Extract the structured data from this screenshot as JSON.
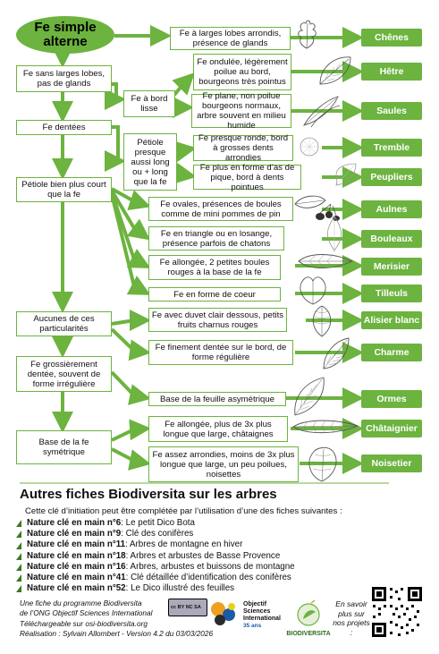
{
  "title": "Fe simple alterne",
  "questions": {
    "q1": "Fe à larges lobes arrondis, présence de glands",
    "q2": "Fe sans larges lobes, pas de glands",
    "q3": "Fe à bord lisse",
    "q4": "Fe ondulée, légèrement poilue au bord, bourgeons très pointus",
    "q5": "Fe plane, non poilue bourgeons normaux, arbre souvent en milieu humide",
    "q6": "Fe dentées",
    "q7": "Pétiole presque aussi long ou + long que la fe",
    "q8": "Fe presque ronde, bord à grosses dents arrondies",
    "q9": "Fe plus en forme d’as de pique, bord à dents pointues",
    "q10": "Pétiole bien plus court que la fe",
    "q11": "Fe ovales, présences de boules comme de mini pommes de pin",
    "q12": "Fe en triangle ou en losange, présence parfois de chatons",
    "q13": "Fe allongée, 2 petites boules rouges à la base de la fe",
    "q14": "Fe en forme de coeur",
    "q15": "Fe avec duvet clair dessous, petits fruits charnus rouges",
    "q16": "Aucunes de ces particularités",
    "q17": "Fe finement dentée sur le bord, de forme régulière",
    "q18": "Fe grossièrement dentée, souvent de forme irrégulière",
    "q19": "Base de la feuille asymétrique",
    "q20": "Base de la fe symétrique",
    "q21": "Fe allongée, plus de 3x plus longue que large, châtaignes",
    "q22": "Fe assez arrondies, moins de 3x plus longue que large, un peu poilues, noisettes"
  },
  "trees": [
    "Chênes",
    "Hêtre",
    "Saules",
    "Tremble",
    "Peupliers",
    "Aulnes",
    "Bouleaux",
    "Merisier",
    "Tilleuls",
    "Alisier blanc",
    "Charme",
    "Ormes",
    "Châtaignier",
    "Noisetier"
  ],
  "section": {
    "title": "Autres fiches Biodiversita sur les arbres",
    "intro": "Cette clé d’initiation peut être complétée par l’utilisation d’une des fiches suivantes :",
    "refs": [
      {
        "key": "Nature clé en main n°6",
        "desc": " : Le petit Dico Bota"
      },
      {
        "key": "Nature clé en main n°9",
        "desc": " : Clé des conifères"
      },
      {
        "key": "Nature clé en main n°11",
        "desc": " : Arbres de montagne en hiver"
      },
      {
        "key": "Nature clé en main n°18",
        "desc": " : Arbres et arbustes de Basse Provence"
      },
      {
        "key": "Nature clé en main n°16",
        "desc": " : Arbres, arbustes et buissons de montagne"
      },
      {
        "key": "Nature clé en main n°41",
        "desc": " : Clé détaillée d’identification des conifères"
      },
      {
        "key": "Nature clé en main n°52",
        "desc": " : Le Dico illustré des feuilles"
      }
    ]
  },
  "footer": {
    "line1": "Une fiche du programme Biodiversita",
    "line2": "de l’ONG Objectif Sciences International",
    "line3": "Téléchargeable sur osi-biodiversita.org",
    "line4": "Réalisation : Sylvain Allombert - Version 4.2 du 03/03/2026"
  },
  "logos": {
    "osi": "Objectif Sciences International",
    "osi_sub": "35 ans",
    "cc": "cc BY NC SA",
    "biodiversita": "BIODIVERSITA"
  },
  "more": "En savoir plus sur nos projets :",
  "colors": {
    "accent": "#6cb33f",
    "dark_green": "#3c7a1e"
  }
}
